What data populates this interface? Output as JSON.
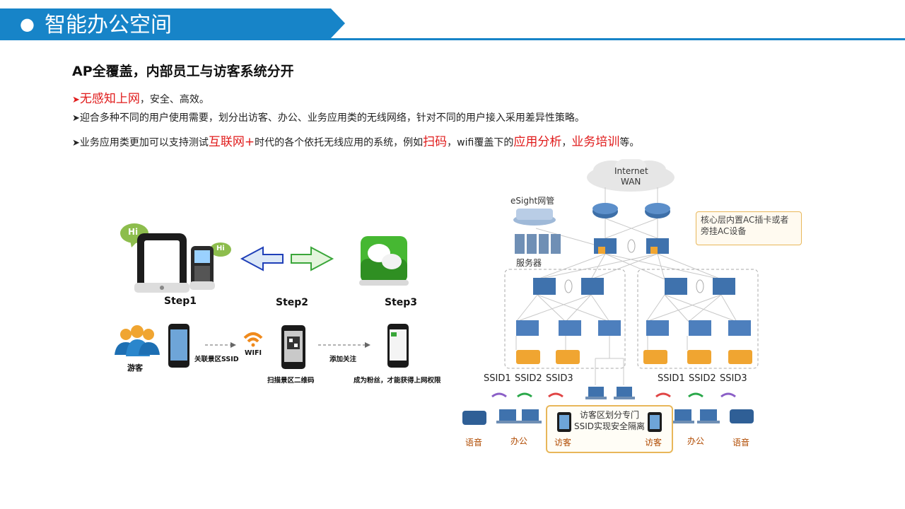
{
  "header": {
    "title": "智能办公空间"
  },
  "heading": "AP全覆盖，内部员工与访客系统分开",
  "lines": {
    "l1": {
      "arrow": "➤",
      "red": "无感知上网",
      "rest": "，安全、高效。"
    },
    "l2": {
      "arrow": "➤",
      "text": "迎合多种不同的用户使用需要，划分出访客、办公、业务应用类的无线网络，针对不同的用户接入采用差异性策略。"
    },
    "l3": {
      "arrow": "➤",
      "t1": "业务应用类更加可以支持测试",
      "r1": "互联网+",
      "t2": "时代的各个依托无线应用的系统，例如",
      "r2": "扫码",
      "t3": "，wifi覆盖下的",
      "r3": "应用分析",
      "t4": "，",
      "r4": "业务培训",
      "t5": "等。"
    }
  },
  "left_diagram": {
    "hi_large": "Hi",
    "hi_small": "Hi",
    "step1": "Step1",
    "step2": "Step2",
    "step3": "Step3",
    "visitor": "游客",
    "link_ssid": "关联景区SSID",
    "wifi": "WIFI",
    "scan_qr": "扫描景区二维码",
    "follow": "添加关注",
    "fans": "成为粉丝，才能获得上网权限"
  },
  "network": {
    "cloud_line1": "Internet",
    "cloud_line2": "WAN",
    "esight": "eSight网管",
    "servers": "服务器",
    "callout": "核心层内置AC插卡或者旁挂AC设备",
    "ssid_left": [
      "SSID1",
      "SSID2",
      "SSID3"
    ],
    "ssid_right": [
      "SSID1",
      "SSID2",
      "SSID3"
    ],
    "visitor_box": "访客区划分专门SSID实现安全隔离",
    "bottom_left": [
      "语音",
      "办公",
      "访客"
    ],
    "bottom_right": [
      "访客",
      "办公",
      "语音"
    ]
  },
  "colors": {
    "accent": "#1784c8",
    "red": "#e01b1b",
    "ap": "#f0a531"
  }
}
